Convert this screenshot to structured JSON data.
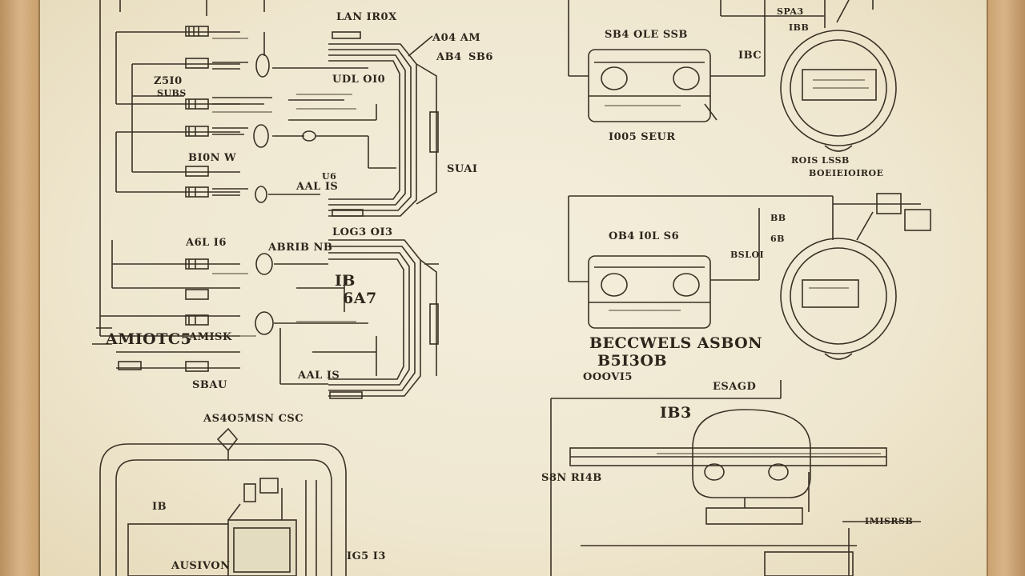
{
  "diagram": {
    "labels": {
      "l01": "LAN IR0X",
      "l02": "A04 AM",
      "l03": "AB4",
      "l04": "SB6",
      "l05": "Z5I0",
      "l06": "SUBS",
      "l07": "UDL OI0",
      "l08": "BI0N W",
      "l09": "SUAI",
      "l10": "U6",
      "l11": "AAL IS",
      "l12": "A6L I6",
      "l13": "LOG3 OI3",
      "l14": "IB",
      "l15": "6A7",
      "l16": "AMIOTC5",
      "l17": "AMISK",
      "l18": "SBAU",
      "l19": "AAL IS",
      "l20": "ABRIB NB",
      "l21": "AS4O5MSN CSC",
      "l22": "AUSIVON",
      "l23": "IB",
      "l24": "IG5 I3",
      "r01": "SB4 OLE SSB",
      "r02": "SPA3",
      "r03": "IBB",
      "r04": "IBC",
      "r05": "I005 SEUR",
      "r06": "ROIS LSSB",
      "r07": "BOEIEIOIROE",
      "r08": "OB4 I0L S6",
      "r09": "BB",
      "r10": "6B",
      "r11": "BSLOI",
      "r12": "BECCWELS ASBON",
      "r13": "B5I3OB",
      "r14": "OOOVI5",
      "r15": "ESAGD",
      "r16": "S8N RI4B",
      "r17": "IMISRSB",
      "r18": "IB3"
    }
  }
}
